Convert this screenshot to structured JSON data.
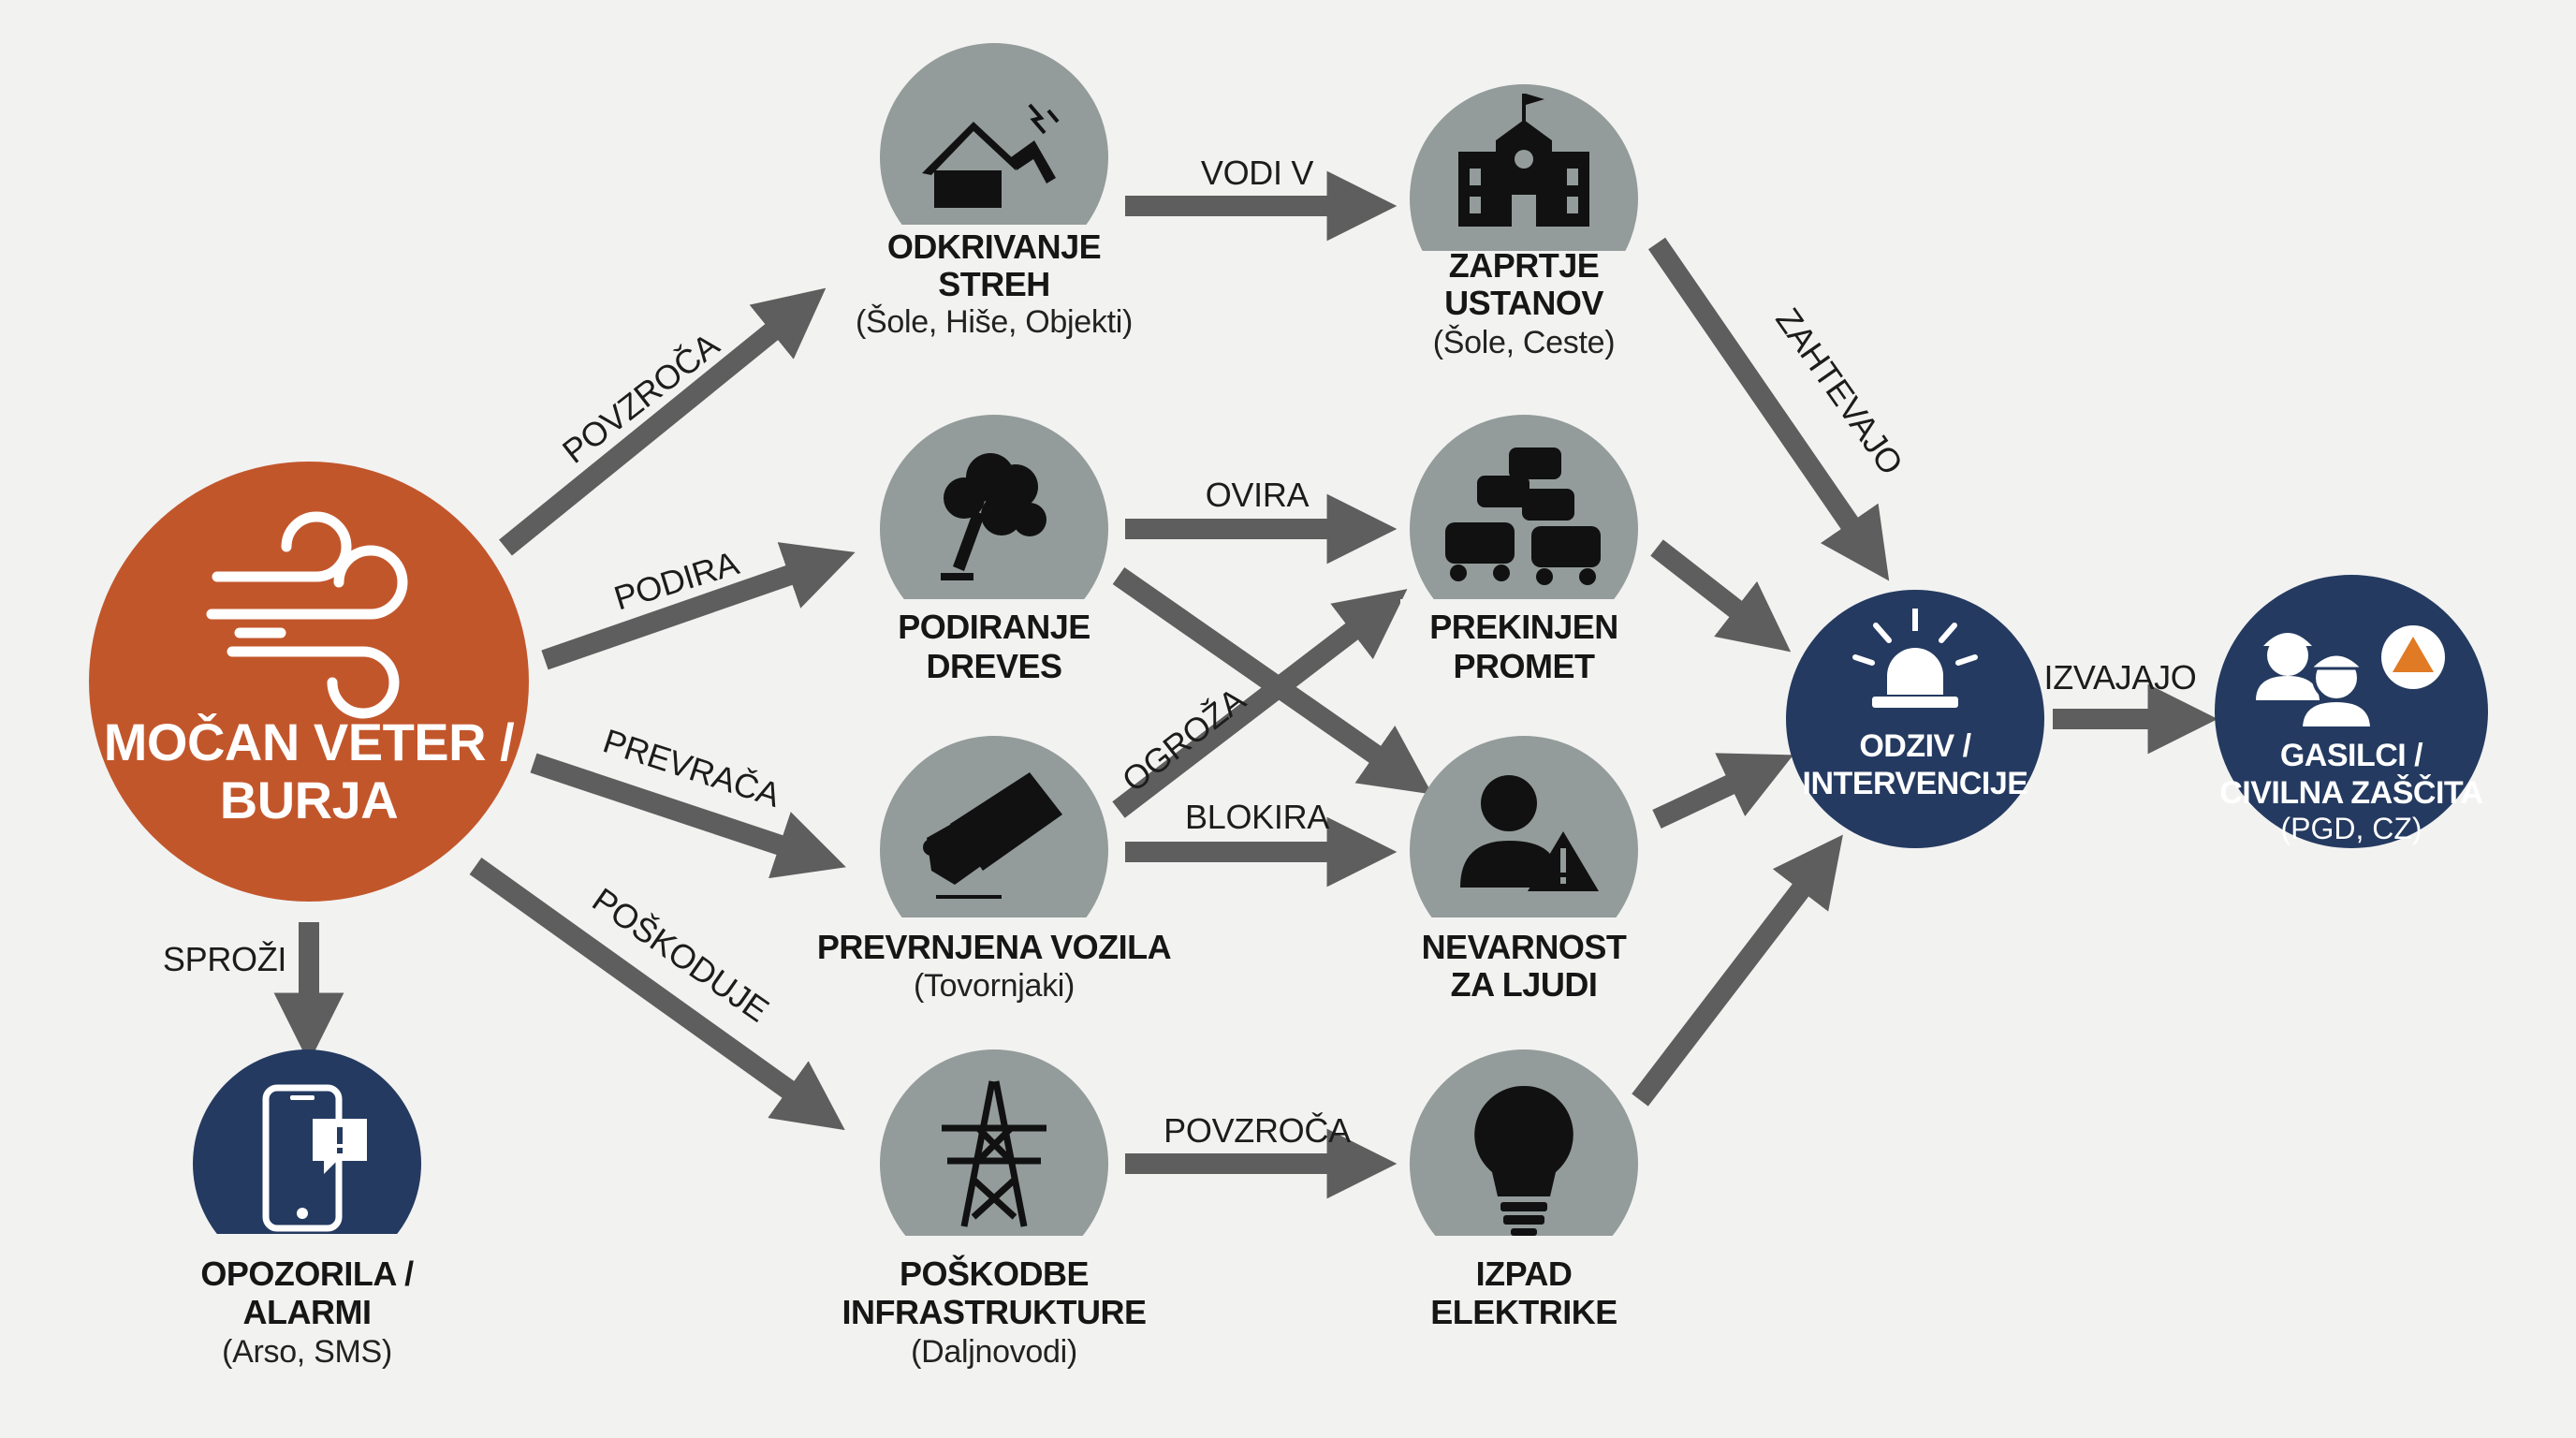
{
  "colors": {
    "background": "#f2f2f1",
    "grey_node": "#939c9a",
    "navy_node": "#243a60",
    "orange_node": "#c2562b",
    "arrow": "#5e5e5e",
    "accent_orange": "#e07a24"
  },
  "nodes": {
    "wind": {
      "icon": "wind-icon",
      "title1": "MOČAN VETER /",
      "title2": "BURJA"
    },
    "roofs": {
      "icon": "damaged-roof-icon",
      "title1": "ODKRIVANJE",
      "title2": "STREH",
      "subtitle": "(Šole, Hiše, Objekti)"
    },
    "trees": {
      "icon": "fallen-tree-icon",
      "title1": "PODIRANJE",
      "title2": "DREVES"
    },
    "vehicles": {
      "icon": "overturned-truck-icon",
      "title1": "PREVRNJENA VOZILA",
      "subtitle": "(Tovornjaki)"
    },
    "infrastructure": {
      "icon": "power-pylon-icon",
      "title1": "POŠKODBE",
      "title2": "INFRASTRUKTURE",
      "subtitle": "(Daljnovodi)"
    },
    "closure": {
      "icon": "school-building-icon",
      "title1": "ZAPRTJE",
      "title2": "USTANOV",
      "subtitle": "(Šole, Ceste)"
    },
    "traffic": {
      "icon": "traffic-jam-icon",
      "title1": "PREKINJEN",
      "title2": "PROMET"
    },
    "danger": {
      "icon": "person-warning-icon",
      "title1": "NEVARNOST",
      "title2": "ZA LJUDI"
    },
    "power": {
      "icon": "light-bulb-icon",
      "title1": "IZPAD",
      "title2": "ELEKTRIKE"
    },
    "alerts": {
      "icon": "phone-alert-icon",
      "title1": "OPOZORILA /",
      "title2": "ALARMI",
      "subtitle": "(Arso, SMS)"
    },
    "response": {
      "icon": "emergency-siren-icon",
      "title1": "ODZIV /",
      "title2": "INTERVENCIJE"
    },
    "firefighters": {
      "icon": "firefighters-civil-protection-icon",
      "title1": "GASILCI /",
      "title2": "CIVILNA ZAŠČITA",
      "subtitle": "(PGD, CZ)"
    }
  },
  "edges": {
    "povzroca_1": "POVZROČA",
    "podira": "PODIRA",
    "prevraca": "PREVRAČA",
    "poskoduje": "POŠKODUJE",
    "sprozi": "SPROŽI",
    "vodi_v": "VODI V",
    "ovira": "OVIRA",
    "ogroza": "OGROŽA",
    "blokira": "BLOKIRA",
    "povzroca_2": "POVZROČA",
    "zahtevajo": "ZAHTEVAJO",
    "izvajajo": "IZVAJAJO"
  }
}
